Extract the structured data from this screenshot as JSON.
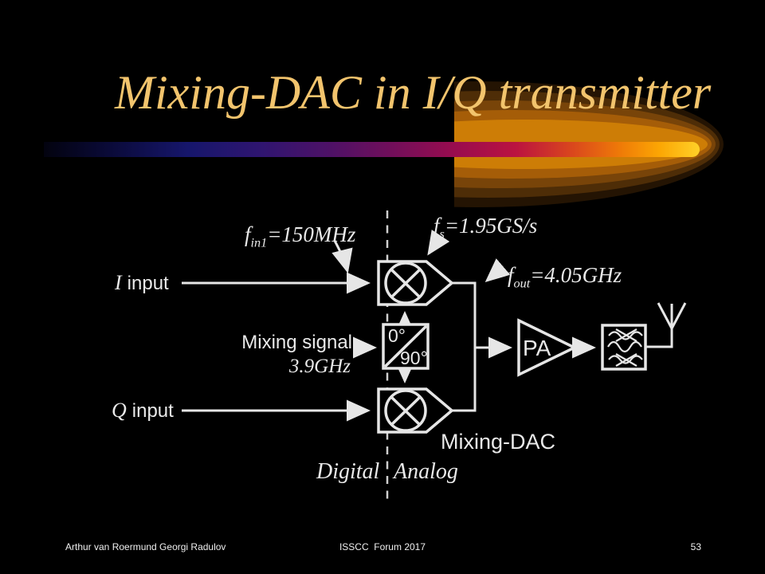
{
  "slide": {
    "title": "Mixing-DAC in I/Q transmitter",
    "footer": {
      "author": "Arthur van Roermund Georgi Radulov",
      "event": "ISSCC  Forum 2017",
      "page_number": "53"
    }
  },
  "diagram": {
    "inputs": {
      "i": {
        "symbol": "I",
        "label": "input"
      },
      "q": {
        "symbol": "Q",
        "label": "input"
      }
    },
    "frequencies": {
      "fin1": {
        "base": "f",
        "sub": "in1",
        "value": "=150MHz"
      },
      "fs": {
        "base": "f",
        "sub": "s",
        "value": "=1.95GS/s"
      },
      "fout": {
        "base": "f",
        "sub": "out",
        "value": "=4.05GHz"
      }
    },
    "mixing_signal": {
      "label": "Mixing signal",
      "frequency": "3.9GHz"
    },
    "phase_splitter": {
      "phase_0": "0°",
      "phase_90": "90°"
    },
    "amplifier_label": "PA",
    "block_label": "Mixing-DAC",
    "domains": {
      "left": "Digital",
      "right": "Analog"
    }
  },
  "colors": {
    "background": "#000000",
    "title_text": "#f2c46d",
    "diagram_line": "#e6e6e6",
    "dashed_line": "#cfcfcf",
    "bar_gradient": [
      "#03030f",
      "#16166b",
      "#4f1166",
      "#9a0c4e",
      "#d8431f",
      "#ef7b07",
      "#ffd028"
    ],
    "glow_bands": [
      "#241403",
      "#4e2d07",
      "#784409",
      "#a55d08",
      "#cd7d06"
    ]
  }
}
